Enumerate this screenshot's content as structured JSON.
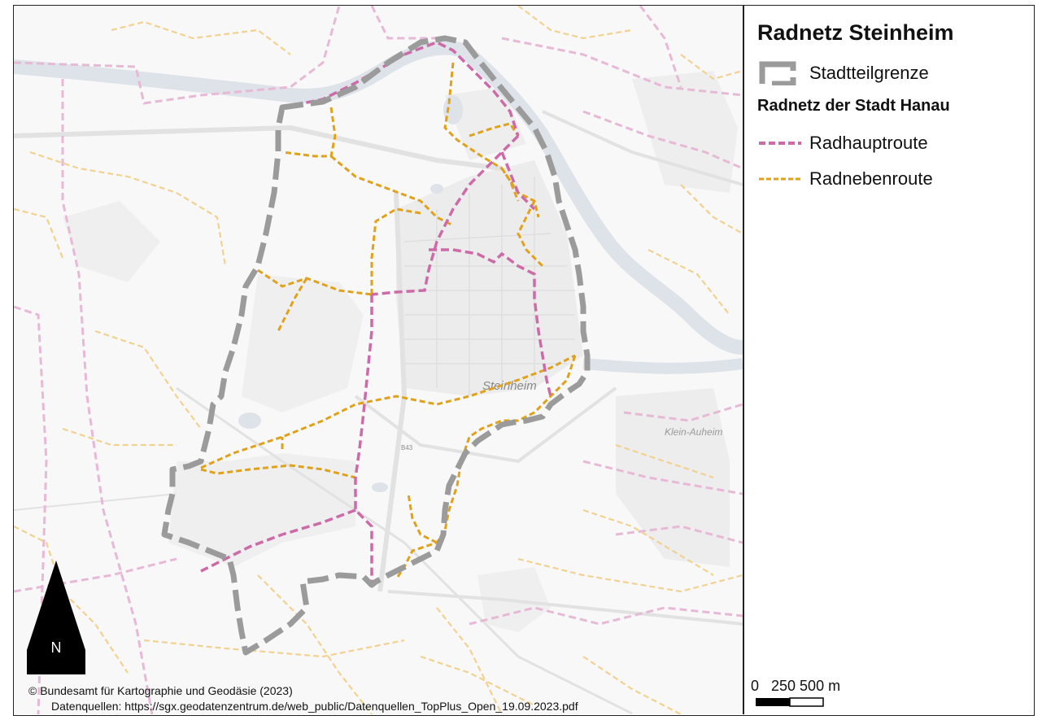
{
  "legend": {
    "title": "Radnetz Steinheim",
    "boundary_label": "Stadtteilgrenze",
    "network_heading": "Radnetz der Stadt Hanau",
    "main_route_label": "Radhauptroute",
    "side_route_label": "Radnebenroute"
  },
  "scale": {
    "label": "0   250 500 m"
  },
  "north_arrow": {
    "label": "N"
  },
  "credits": {
    "copyright": "© Bundesamt für Kartographie und Geodäsie (2023)",
    "sources": "Datenquellen: https://sgx.geodatenzentrum.de/web_public/Datenquellen_TopPlus_Open_19.09.2023.pdf"
  },
  "basemap_labels": {
    "town": "Steinheim",
    "district_east": "Klein-Auheim",
    "highway": "B43"
  },
  "colors": {
    "boundary": "#9b9b9b",
    "main_route": "#cc6ba8",
    "side_route": "#e0a11b",
    "river": "#dde3e8",
    "basemap_bg": "#f7f7f7"
  }
}
